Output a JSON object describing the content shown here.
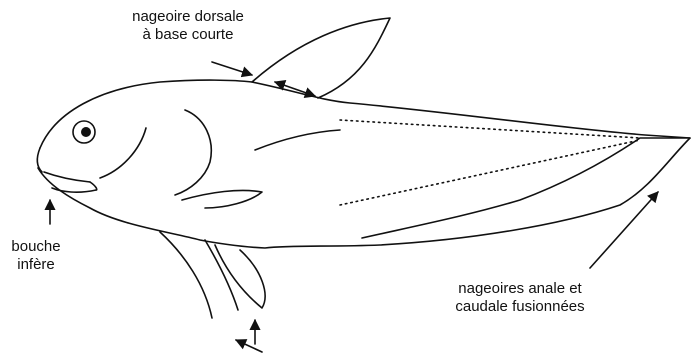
{
  "labels": {
    "dorsal": {
      "line1": "nageoire dorsale",
      "line2": "à base courte"
    },
    "mouth": {
      "line1": "bouche",
      "line2": "infère"
    },
    "anal_caudal": {
      "line1": "nageoires anale et",
      "line2": "caudale fusionnées"
    }
  },
  "colors": {
    "ink": "#111111",
    "paper": "#ffffff"
  }
}
